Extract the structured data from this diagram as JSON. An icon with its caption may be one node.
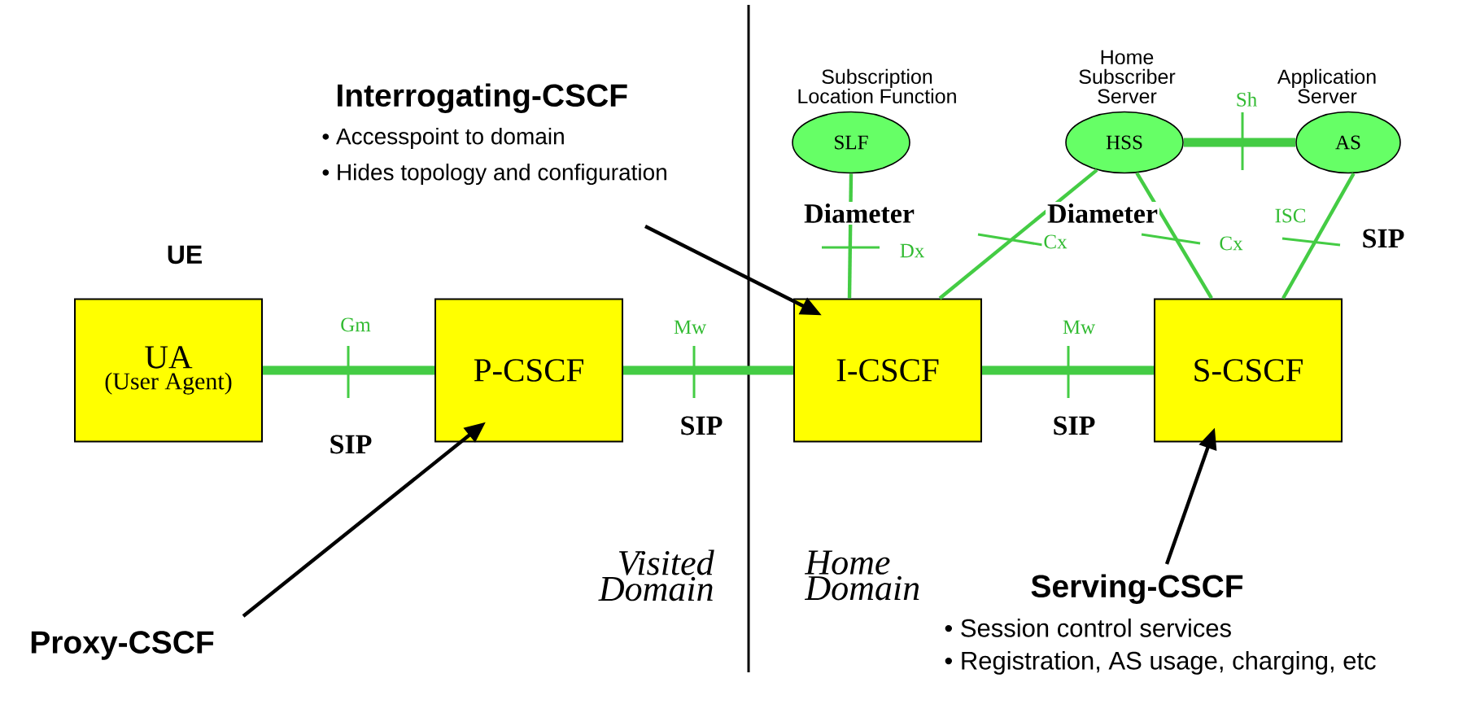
{
  "diagram": {
    "nodes": [
      {
        "text": [
          "UA",
          "(User Agent)"
        ]
      },
      {
        "text": [
          "P-CSCF"
        ]
      },
      {
        "text": [
          "I-CSCF"
        ]
      },
      {
        "text": [
          "S-CSCF"
        ]
      },
      {
        "text": [
          "SLF"
        ],
        "beside": [
          "Subscription Location Function"
        ]
      },
      {
        "text": [
          "HSS"
        ],
        "beside": [
          "Home Subscriber Server"
        ]
      },
      {
        "text": [
          "AS"
        ],
        "beside": [
          "Application Server"
        ]
      },
      {
        "text": [
          "Interrogating-CSCF",
          "• Accesspoint to domain",
          "• Hides topology and configuration"
        ]
      },
      {
        "text": [
          "Proxy-CSCF"
        ]
      },
      {
        "text": [
          "Serving-CSCF",
          "• Session control services",
          "• Registration, AS usage, charging, etc"
        ]
      }
    ],
    "edges": [
      {
        "from": 0,
        "to": 1,
        "arrow": "none",
        "label": "Gm",
        "style": "thick"
      },
      {
        "from": 1,
        "to": 2,
        "arrow": "none",
        "label": "Mw",
        "style": "thick"
      },
      {
        "from": 2,
        "to": 3,
        "arrow": "none",
        "label": "Mw",
        "style": "thick"
      },
      {
        "from": 4,
        "to": 2,
        "arrow": "none",
        "label": "Dx"
      },
      {
        "from": 5,
        "to": 2,
        "arrow": "none",
        "label": "Cx"
      },
      {
        "from": 5,
        "to": 3,
        "arrow": "none",
        "label": "Cx"
      },
      {
        "from": 6,
        "to": 3,
        "arrow": "none",
        "label": "ISC"
      },
      {
        "from": 5,
        "to": 6,
        "arrow": "none",
        "label": "Sh",
        "style": "thick"
      },
      {
        "from": 7,
        "to": 2,
        "arrow": "to",
        "color": "#000000"
      },
      {
        "from": 8,
        "to": 1,
        "arrow": "to",
        "color": "#000000"
      },
      {
        "from": 9,
        "to": 3,
        "arrow": "to",
        "color": "#000000"
      }
    ],
    "labels": [
      "Diameter",
      "Diameter",
      "SIP",
      "UE",
      "SIP",
      "SIP",
      "SIP",
      "Visited Domain",
      "Home Domain"
    ]
  }
}
